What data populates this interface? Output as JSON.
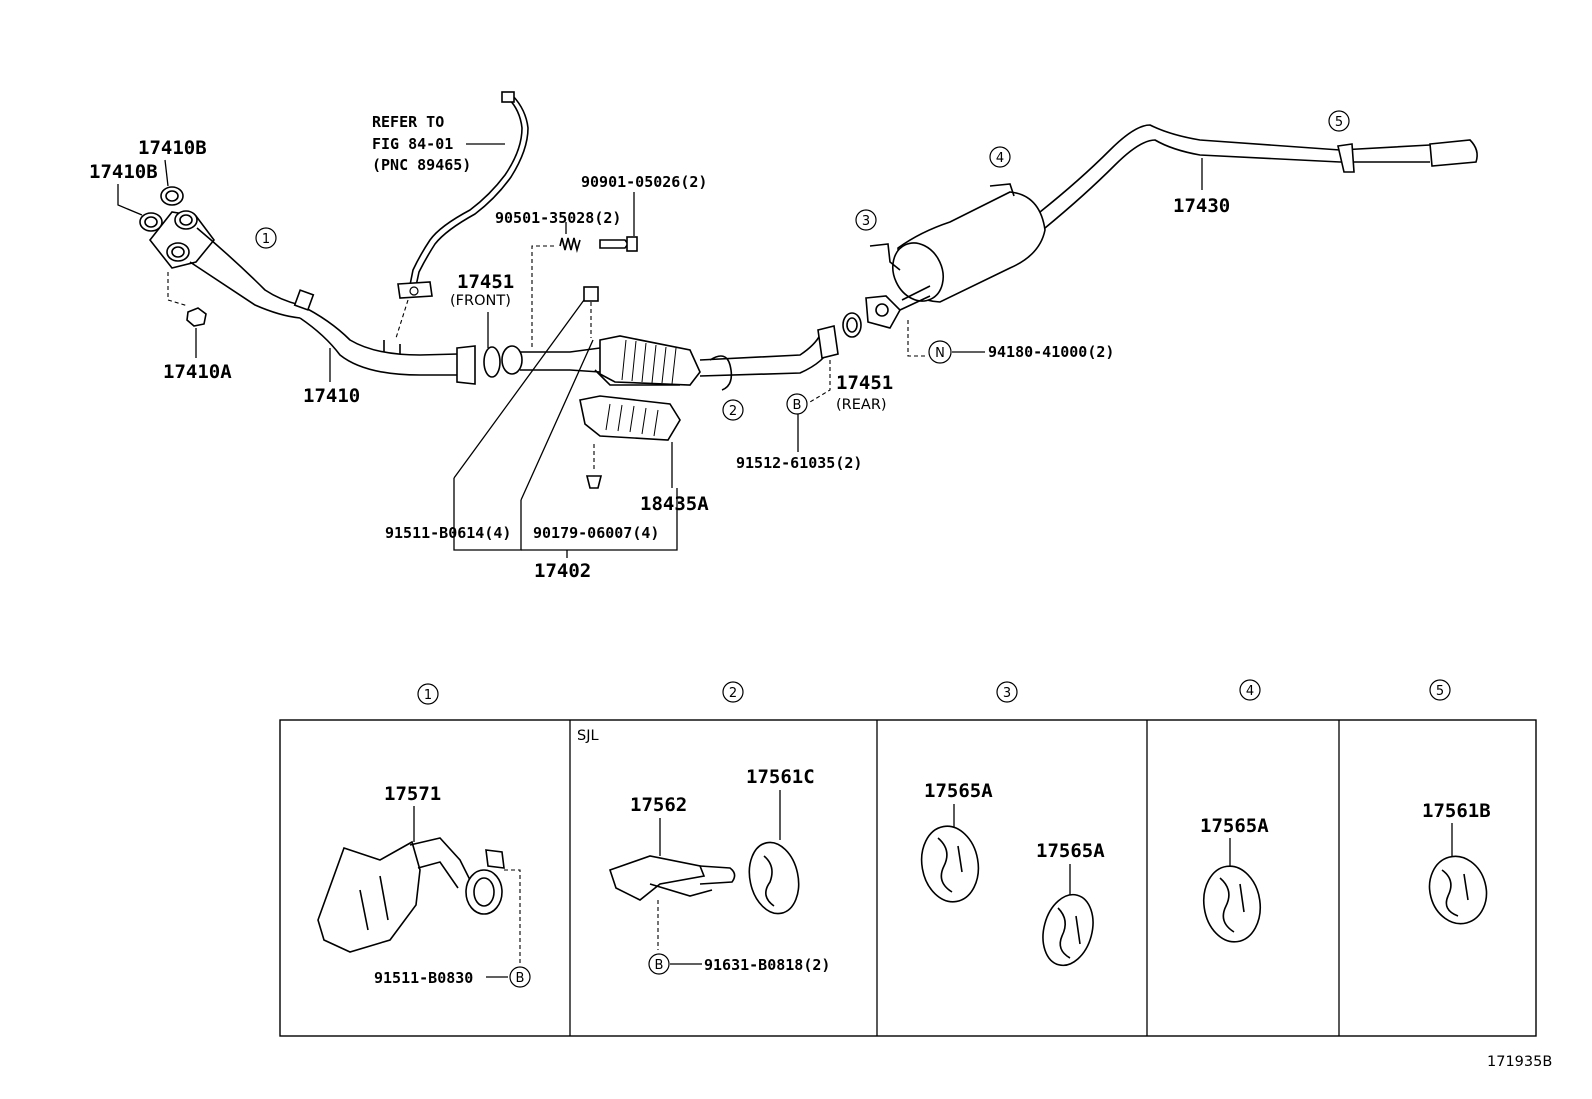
{
  "parts": {
    "p17410B_a": "17410B",
    "p17410B_b": "17410B",
    "p17410A": "17410A",
    "p17410": "17410",
    "p17451_front": "17451",
    "front_note": "(FRONT)",
    "p17451_rear": "17451",
    "rear_note": "(REAR)",
    "p90901": "90901-05026(2)",
    "p90501": "90501-35028(2)",
    "p94180": "94180-41000(2)",
    "p91512": "91512-61035(2)",
    "p18435A": "18435A",
    "p91511_B0614": "91511-B0614(4)",
    "p90179": "90179-06007(4)",
    "p17402": "17402",
    "p17430": "17430"
  },
  "refer": {
    "line1": "REFER TO",
    "line2": "FIG 84-01",
    "line3": "(PNC 89465)"
  },
  "callouts": {
    "c1": "1",
    "c2": "2",
    "c3": "3",
    "c4": "4",
    "c5": "5",
    "b": "B",
    "n": "N"
  },
  "detail": {
    "headers": [
      "1",
      "2",
      "3",
      "4",
      "5"
    ],
    "panel1": {
      "part": "17571",
      "bolt": "91511-B0830",
      "ref": "B"
    },
    "panel2": {
      "variant": "SJL",
      "bracket": "17562",
      "hanger": "17561C",
      "bolt": "91631-B0818(2)",
      "ref": "B"
    },
    "panel3": {
      "hanger_a": "17565A",
      "hanger_b": "17565A"
    },
    "panel4": {
      "hanger": "17565A"
    },
    "panel5": {
      "hanger": "17561B"
    }
  },
  "figure_id": "171935B"
}
